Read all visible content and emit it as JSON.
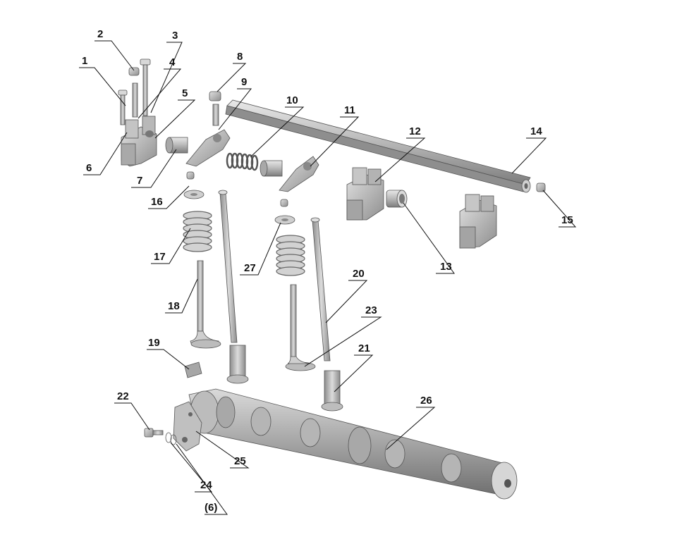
{
  "callouts": [
    {
      "id": "c1",
      "label": "1"
    },
    {
      "id": "c2",
      "label": "2"
    },
    {
      "id": "c3",
      "label": "3"
    },
    {
      "id": "c4",
      "label": "4"
    },
    {
      "id": "c5",
      "label": "5"
    },
    {
      "id": "c6",
      "label": "6"
    },
    {
      "id": "c7",
      "label": "7"
    },
    {
      "id": "c8",
      "label": "8"
    },
    {
      "id": "c9",
      "label": "9"
    },
    {
      "id": "c10",
      "label": "10"
    },
    {
      "id": "c11",
      "label": "11"
    },
    {
      "id": "c12",
      "label": "12"
    },
    {
      "id": "c13",
      "label": "13"
    },
    {
      "id": "c14",
      "label": "14"
    },
    {
      "id": "c15",
      "label": "15"
    },
    {
      "id": "c16",
      "label": "16"
    },
    {
      "id": "c17",
      "label": "17"
    },
    {
      "id": "c18",
      "label": "18"
    },
    {
      "id": "c19",
      "label": "19"
    },
    {
      "id": "c20",
      "label": "20"
    },
    {
      "id": "c21",
      "label": "21"
    },
    {
      "id": "c22",
      "label": "22"
    },
    {
      "id": "c23",
      "label": "23"
    },
    {
      "id": "c24",
      "label": "24"
    },
    {
      "id": "c25",
      "label": "25"
    },
    {
      "id": "c26",
      "label": "26"
    },
    {
      "id": "c27",
      "label": "27"
    },
    {
      "id": "c6b",
      "label": "(6)"
    }
  ],
  "colors": {
    "part_fill": "#c9c9c9",
    "part_shadow": "#9a9a9a",
    "part_light": "#e6e6e6",
    "ink": "#111111"
  }
}
